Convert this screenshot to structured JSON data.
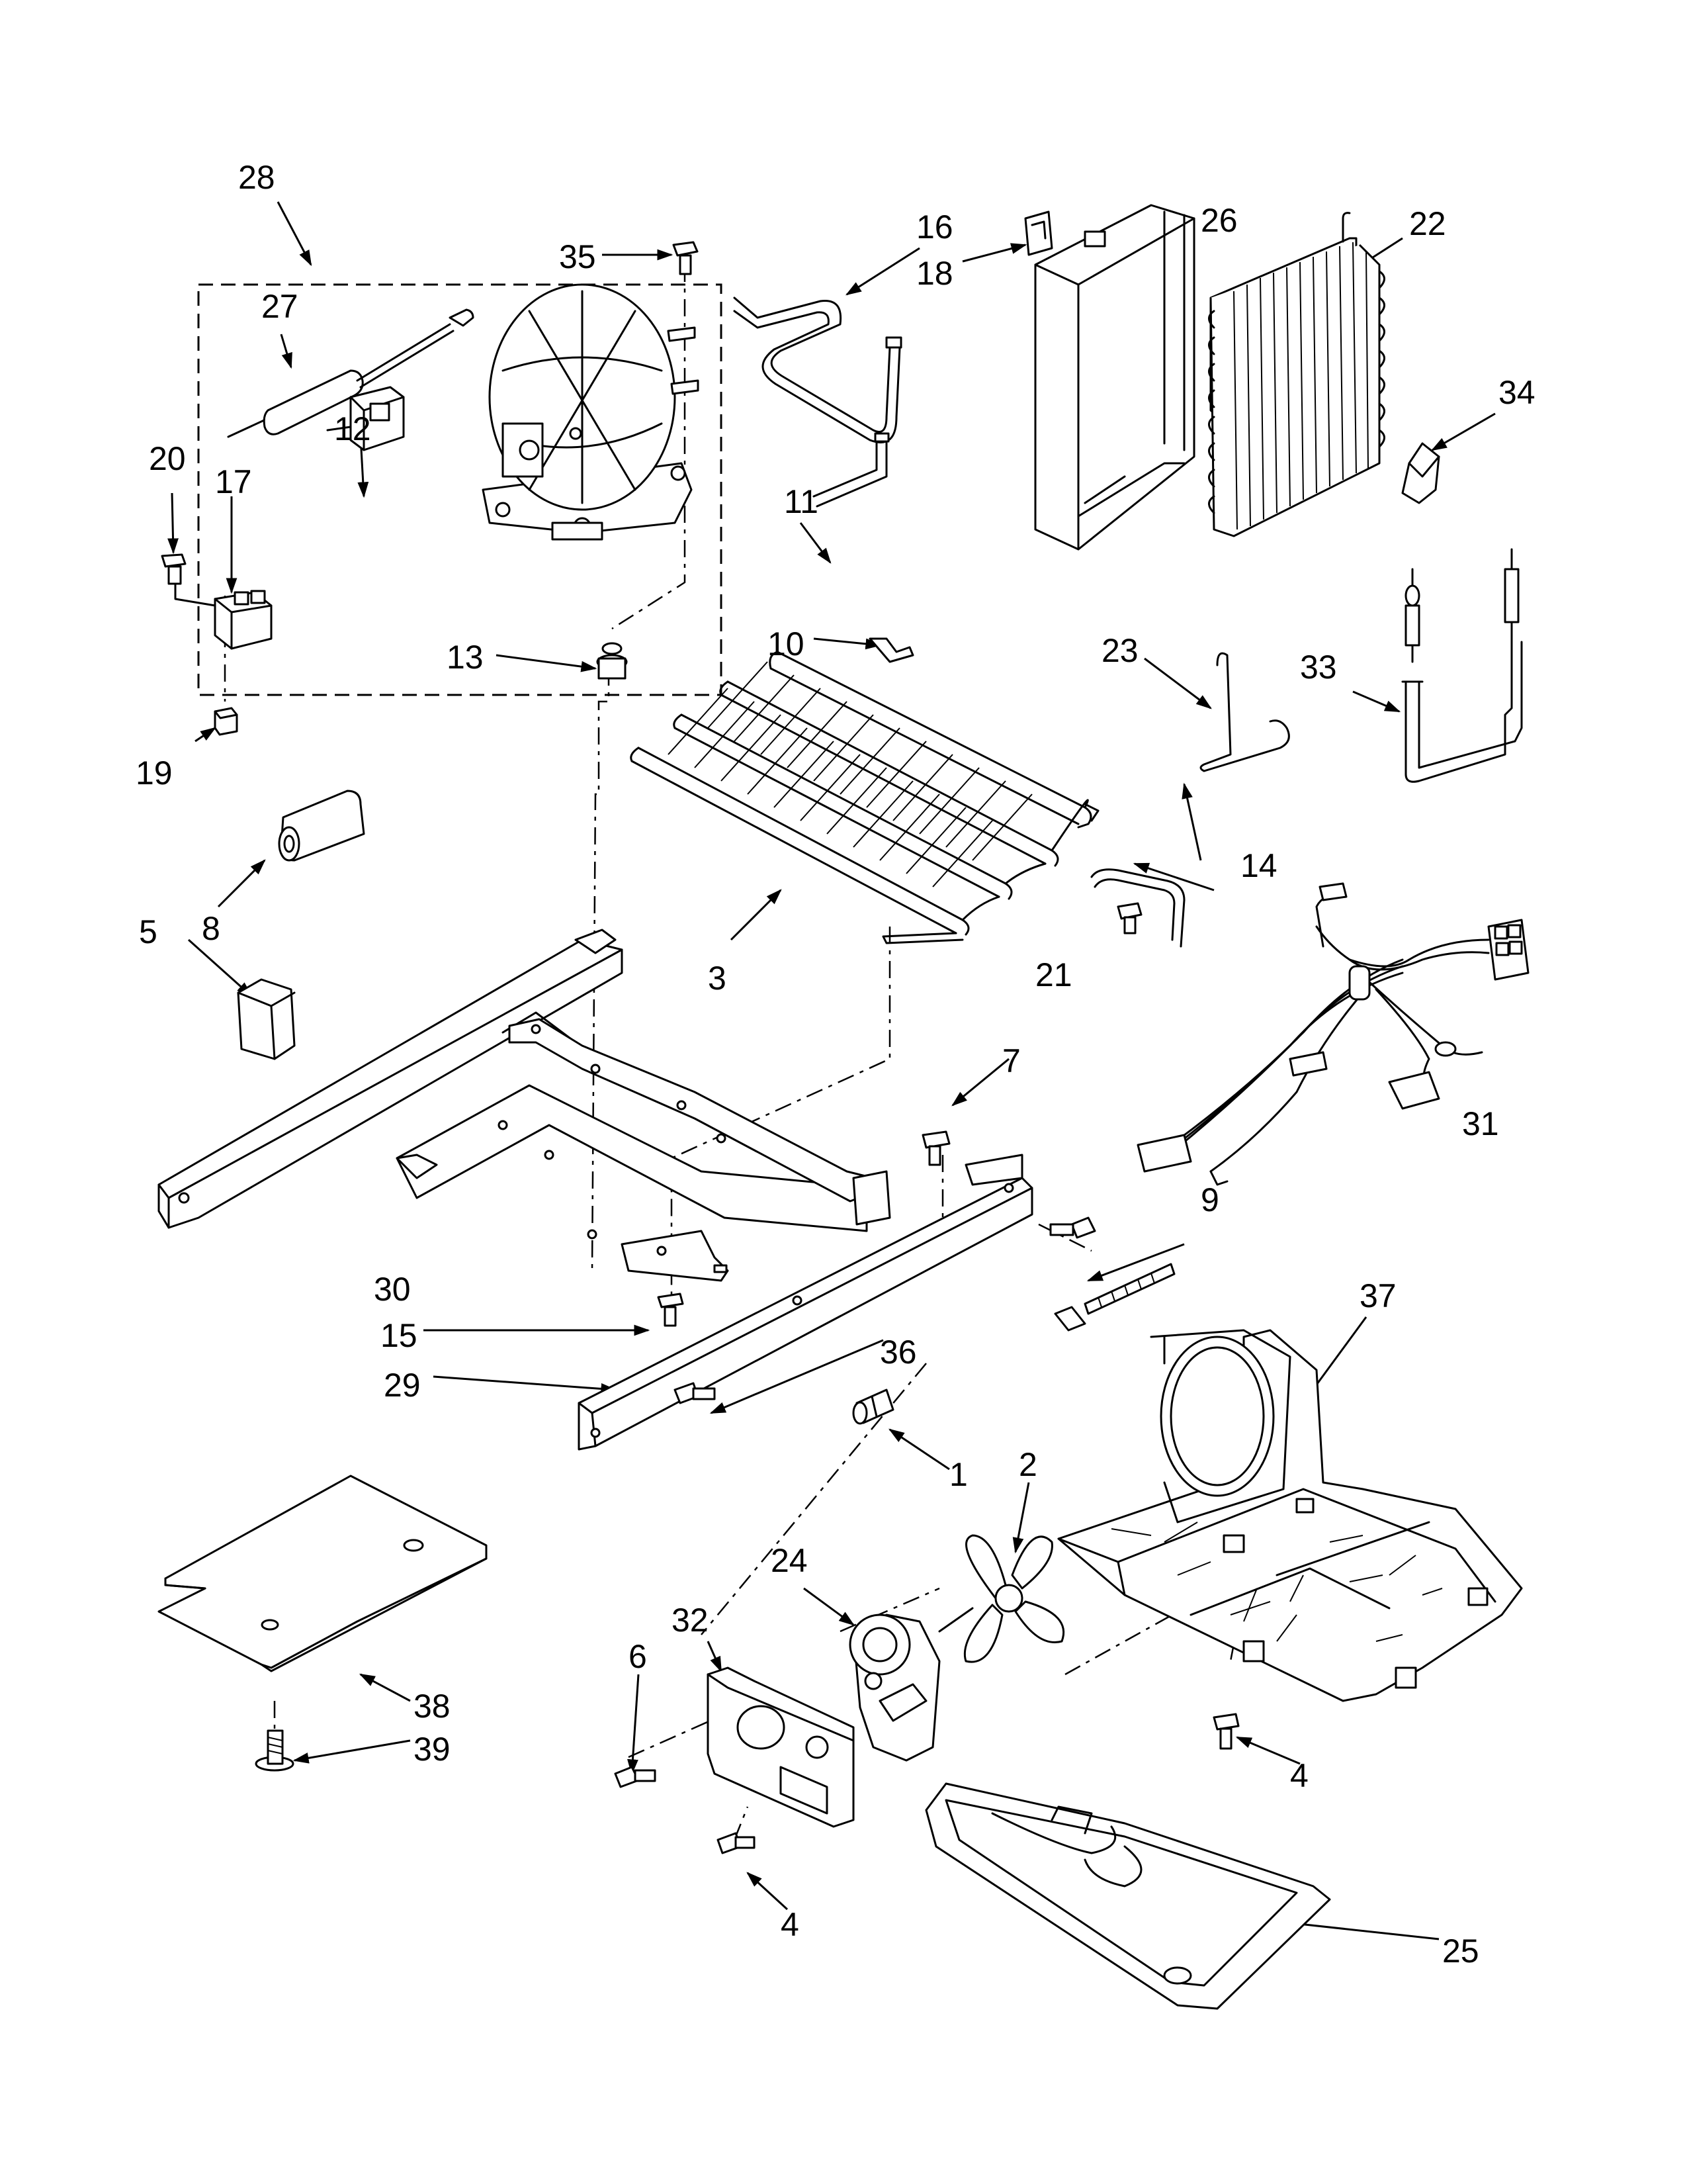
{
  "labels": {
    "l1": "1",
    "l2": "2",
    "l3": "3",
    "l4a": "4",
    "l4b": "4",
    "l5": "5",
    "l6": "6",
    "l7": "7",
    "l8": "8",
    "l9": "9",
    "l10": "10",
    "l11": "11",
    "l12": "12",
    "l13": "13",
    "l14": "14",
    "l15": "15",
    "l16": "16",
    "l17": "17",
    "l18": "18",
    "l19": "19",
    "l20": "20",
    "l21": "21",
    "l22": "22",
    "l23": "23",
    "l24": "24",
    "l25": "25",
    "l26": "26",
    "l27": "27",
    "l28": "28",
    "l29": "29",
    "l30": "30",
    "l31": "31",
    "l32": "32",
    "l33": "33",
    "l34": "34",
    "l35": "35",
    "l36": "36",
    "l37": "37",
    "l38": "38",
    "l39": "39"
  },
  "colors": {
    "line": "#000000",
    "background": "#ffffff"
  }
}
